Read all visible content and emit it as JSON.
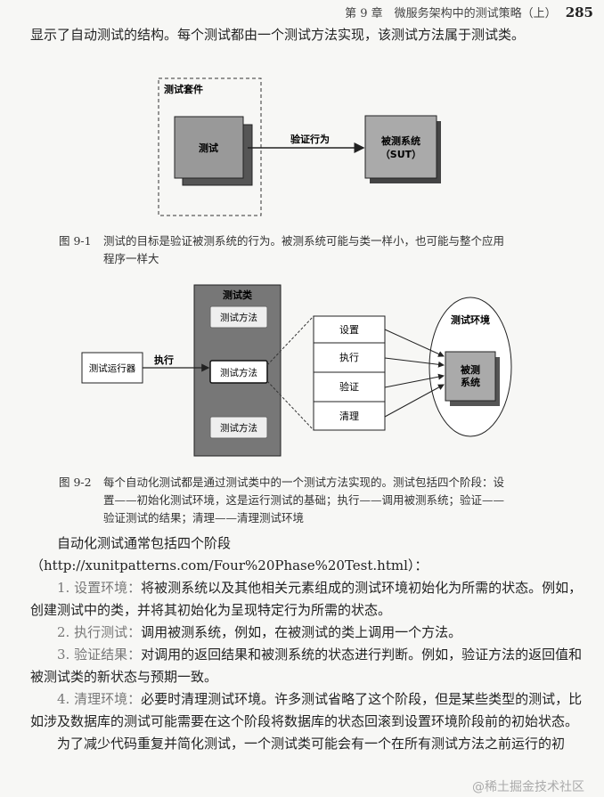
{
  "header": {
    "chapter": "第 9 章　微服务架构中的测试策略（上）",
    "page_number": "285"
  },
  "intro": "显示了自动测试的结构。每个测试都由一个测试方法实现，该测试方法属于测试类。",
  "figure1": {
    "suite_label": "测试套件",
    "test_label": "测试",
    "arrow_label": "验证行为",
    "sut_line1": "被测系统",
    "sut_line2": "（SUT）",
    "caption_num": "图 9-1",
    "caption_line1": "测试的目标是验证被测系统的行为。被测系统可能与类一样小，也可能与整个应用",
    "caption_line2": "程序一样大"
  },
  "figure2": {
    "class_label": "测试类",
    "method1": "测试方法",
    "method2": "测试方法",
    "method3": "测试方法",
    "runner": "测试运行器",
    "execute": "执行",
    "phases": [
      "设置",
      "执行",
      "验证",
      "清理"
    ],
    "env_label": "测试环境",
    "sut_line1": "被测",
    "sut_line2": "系统",
    "caption_num": "图 9-2",
    "caption_line1": "每个自动化测试都是通过测试类中的一个测试方法实现的。测试包括四个阶段：设",
    "caption_line2": "置——初始化测试环境，这是运行测试的基础；执行——调用被测系统；验证——",
    "caption_line3": "验证测试的结果；清理——清理测试环境"
  },
  "body": {
    "p1": "自动化测试通常包括四个阶段（http://xunitpatterns.com/Four%20Phase%20Test.html）：",
    "s1_lead": "1. 设置环境：",
    "s1_text": "将被测系统以及其他相关元素组成的测试环境初始化为所需的状态。例如，创建测试中的类，并将其初始化为呈现特定行为所需的状态。",
    "s2_lead": "2. 执行测试：",
    "s2_text": "调用被测系统，例如，在被测试的类上调用一个方法。",
    "s3_lead": "3. 验证结果：",
    "s3_text": "对调用的返回结果和被测系统的状态进行判断。例如，验证方法的返回值和被测试类的新状态与预期一致。",
    "s4_lead": "4. 清理环境：",
    "s4_text": "必要时清理测试环境。许多测试省略了这个阶段，但是某些类型的测试，比如涉及数据库的测试可能需要在这个阶段将数据库的状态回滚到设置环境阶段前的初始状态。",
    "p_last": "为了减少代码重复并简化测试，一个测试类可能会有一个在所有测试方法之前运行的初"
  },
  "watermark": "@稀土掘金技术社区"
}
